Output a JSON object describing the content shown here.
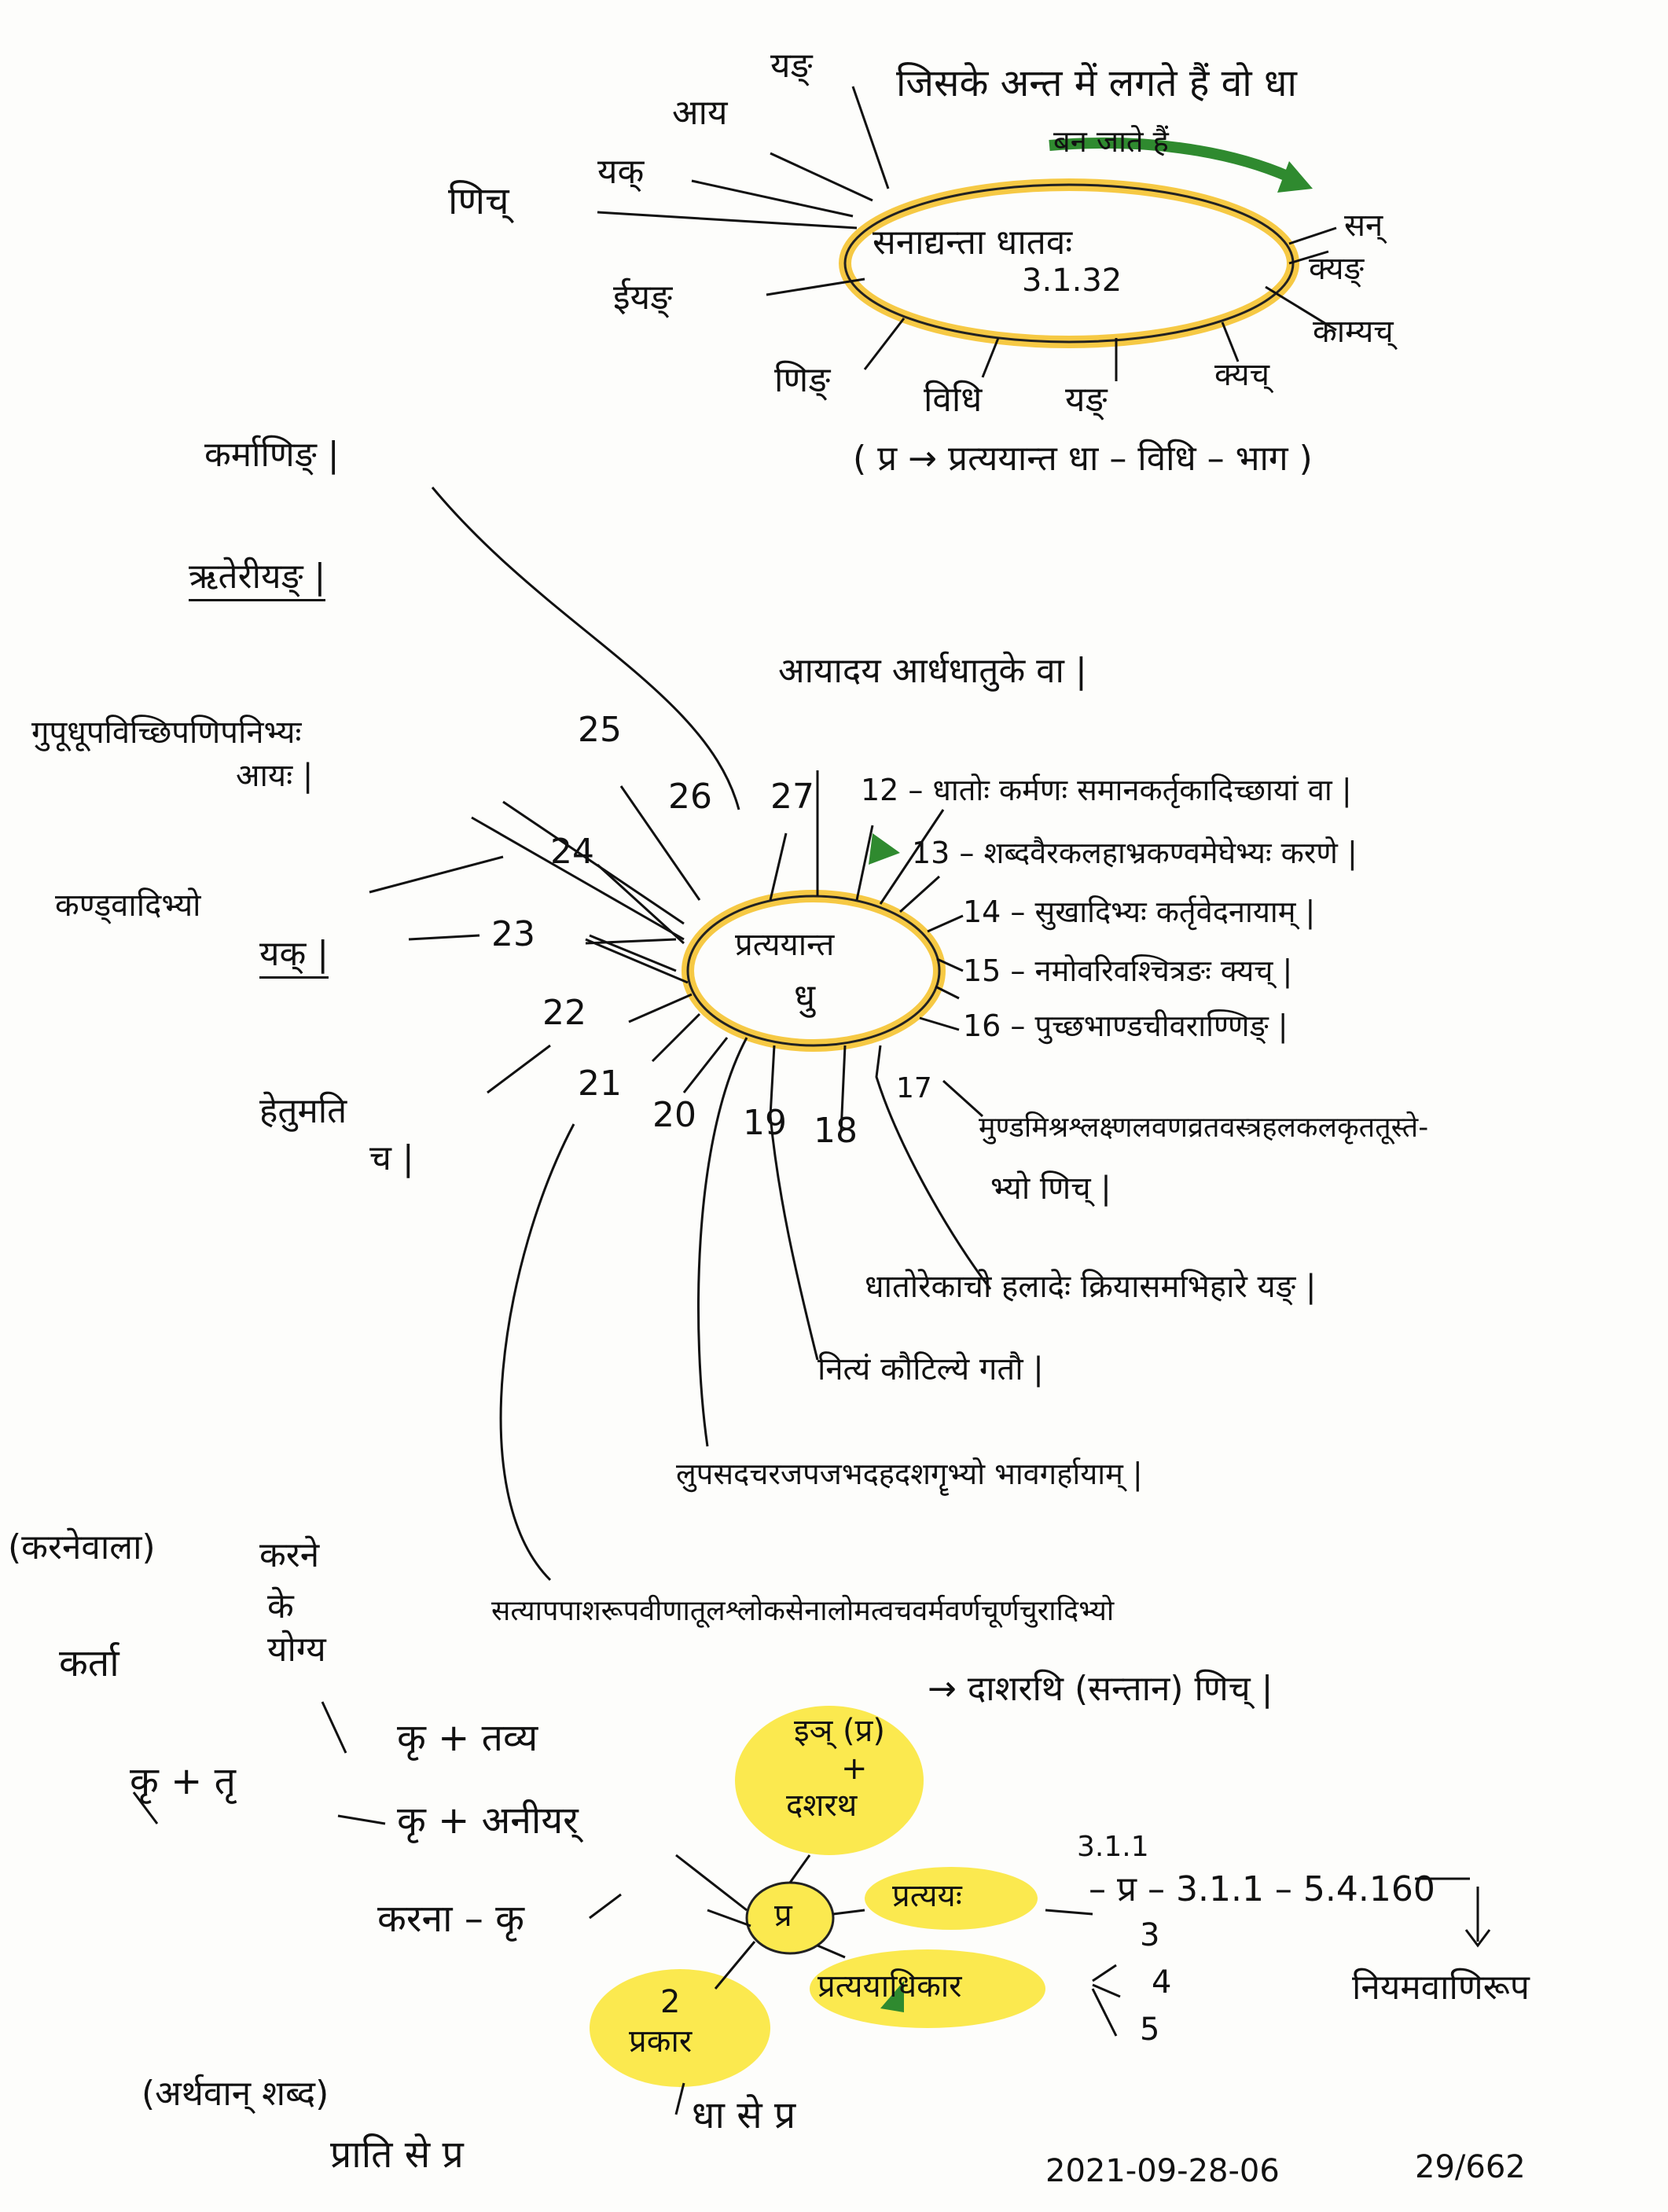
{
  "top_hub": {
    "center_line1": "सनाद्यन्ता धातवः",
    "center_line2": "3.1.32",
    "top_note_line1": "जिसके अन्त में लगते हैं वो धा",
    "top_note_line2": "बन जाते हैं",
    "branches": [
      "णिच्",
      "यक्",
      "आय",
      "यङ्",
      "ईयङ्",
      "णिङ्",
      "विधि",
      "यङ्",
      "क्यङ्",
      "काम्यच्",
      "क्यच्",
      "सन्"
    ],
    "note": "( प्र → प्रत्ययान्त धा – विधि – भाग )"
  },
  "mid_hub": {
    "center_line1": "प्रत्ययान्त",
    "center_line2": "धु",
    "left_labels": {
      "l1": "कर्माणिङ् |",
      "l2": "ऋतेरीयङ् |",
      "l3_line1": "गुपूधूपविच्छिपणिपनिभ्यः",
      "l3_line2": "आयः |",
      "l4_line1": "कण्ड्वादिभ्यो",
      "l4_line2": "यक् |",
      "l5_line1": "हेतुमति",
      "l5_line2": "च |"
    },
    "numbers": [
      "25",
      "24",
      "23",
      "22",
      "21",
      "20",
      "19",
      "18",
      "26",
      "27",
      "12",
      "13",
      "14",
      "15",
      "16",
      "17"
    ],
    "sutras": {
      "s27": "आयादय आर्धधातुके वा |",
      "s12": "12 – धातोः कर्मणः समानकर्तृकादिच्छायां वा |",
      "s13": "13 – शब्दवैरकलहाभ्रकण्वमेघेभ्यः करणे |",
      "s14": "14 – सुखादिभ्यः कर्तृवेदनायाम् |",
      "s15": "15 – नमोवरिवश्चित्रङः क्यच् |",
      "s16": "16 – पुच्छभाण्डचीवराण्णिङ् |",
      "s17_line1": "मुण्डमिश्रश्लक्ष्णलवणव्रतवस्त्रहलकलकृततूस्ते-",
      "s17_line2": "भ्यो णिच् |",
      "s18": "धातोरेकाचो हलादेः क्रियासमभिहारे यङ् |",
      "s19": "नित्यं कौटिल्ये गतौ |",
      "s20": "लुपसदचरजपजभदहदशगॄभ्यो भावगर्हायाम् |",
      "s21": "सत्यापपाशरूपवीणातूलश्लोकसेनालोमत्वचवर्मवर्णचूर्णचुरादिभ्यो"
    }
  },
  "bottom_hub": {
    "center": "प्र",
    "karta_note": "(करनेवाला)",
    "karta": "कर्ता",
    "karane_line1": "करने",
    "karane_line2": "के",
    "karane_line3": "योग्य",
    "kr_tavya": "कृ + तव्य",
    "kr_tr": "कृ + तृ",
    "kr_anIyar": "कृ + अनीयर्",
    "karana": "करना – कृ",
    "dasharatha_note": "→ दाशरथि (सन्तान) णिच् |",
    "top_hl_line1": "इञ् (प्र)",
    "top_hl_line2": "+",
    "top_hl_line3": "दशरथ",
    "pratyaya": "प्रत्ययः",
    "s311": "3.1.1",
    "chain": "– प्र – 3.1.1 – 5.4.160",
    "niyama": "नियमवाणिरूप",
    "adhikara": "प्रत्ययाधिकार",
    "n3": "3",
    "n4": "4",
    "n5": "5",
    "two_line1": "2",
    "two_line2": "प्रकार",
    "bottom_line": "धा से प्र",
    "arthavan_note": "(अर्थवान् शब्द)",
    "prati_line": "प्राति से प्र"
  },
  "footer": {
    "date": "2021-09-28-06",
    "page": "29/662"
  },
  "colors": {
    "highlight": "#fbe94f",
    "ring": "#f6c944",
    "arrow": "#2f8a2f",
    "ink": "#111111"
  }
}
